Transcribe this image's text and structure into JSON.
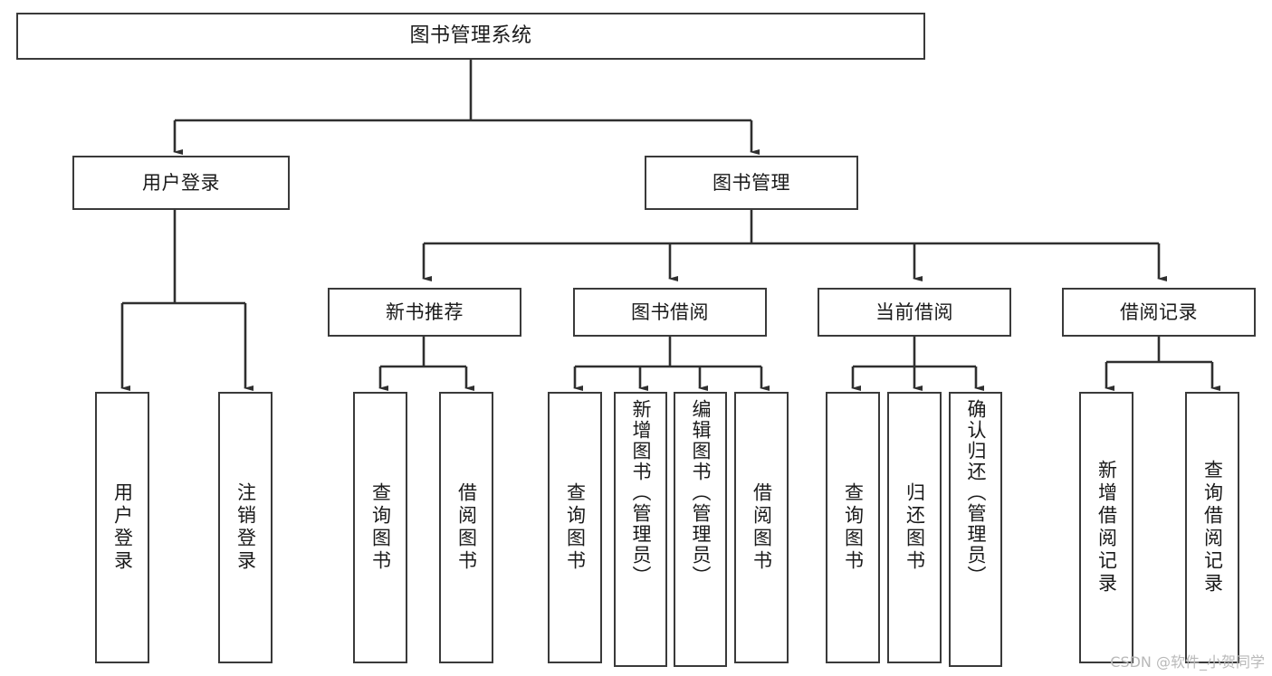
{
  "diagram": {
    "type": "hierarchy-tree",
    "title": "图书管理系统",
    "watermark": "CSDN @软件_小贺同学",
    "colors": {
      "box_border": "#3a3a3a",
      "box_fill": "#ffffff",
      "connector": "#2f2f2f",
      "text": "#1a1a1a",
      "watermark": "#b9b9b9"
    },
    "nodes": {
      "root": {
        "label": "图书管理系统"
      },
      "level2": [
        {
          "label": "用户登录"
        },
        {
          "label": "图书管理"
        }
      ],
      "level3": [
        {
          "label": "新书推荐"
        },
        {
          "label": "图书借阅"
        },
        {
          "label": "当前借阅"
        },
        {
          "label": "借阅记录"
        }
      ],
      "leaves": {
        "user_login": [
          {
            "label": "用户登录"
          },
          {
            "label": "注销登录"
          }
        ],
        "new_book_recommend": [
          {
            "label": "查询图书"
          },
          {
            "label": "借阅图书"
          }
        ],
        "book_borrow": [
          {
            "label": "查询图书"
          },
          {
            "label": "新增图书（管理员）"
          },
          {
            "label": "编辑图书（管理员）"
          },
          {
            "label": "借阅图书"
          }
        ],
        "current_borrow": [
          {
            "label": "查询图书"
          },
          {
            "label": "归还图书"
          },
          {
            "label": "确认归还（管理员）"
          }
        ],
        "borrow_record": [
          {
            "label": "新增借阅记录"
          },
          {
            "label": "查询借阅记录"
          }
        ]
      }
    }
  }
}
